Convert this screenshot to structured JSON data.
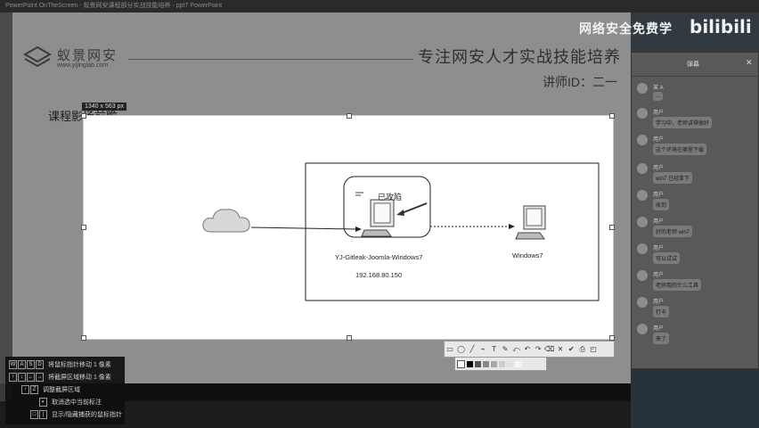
{
  "window": {
    "title": "PowerPoint OnTheScreen - 蚁景网安课程部分实战技能培养 - ppt7 PowerPoint"
  },
  "slide": {
    "logo_text": "蚁景网安",
    "logo_url": "www.yijinglab.com",
    "slogan": "专注网安人才实战技能培养",
    "lecturer": "讲师ID：二一",
    "course_title": "课程影场前瞻"
  },
  "capture": {
    "size_label": "1340 x 563 px",
    "diagram": {
      "tag": "已攻陷",
      "host1_name": "YJ-Gitleak-Joomla-Windows7",
      "host1_ip": "192.168.80.150",
      "host2_name": "Windows7"
    }
  },
  "toolbar": {
    "buttons": [
      "▭",
      "◯",
      "╱",
      "⌁",
      "T",
      "✎",
      "⤺",
      "↶",
      "↷",
      "⌫",
      "✕",
      "✔",
      "⎙",
      "◰"
    ]
  },
  "palette": [
    "#ffffff",
    "#000000",
    "#555555",
    "#888888",
    "#aaaaaa",
    "#cccccc",
    "#e0e0e0",
    "#f5f5f5"
  ],
  "help": [
    {
      "keys": [
        "W",
        "A",
        "S",
        "D"
      ],
      "text": "将鼠标指针移动 1 像素"
    },
    {
      "keys": [
        "↑",
        "↓",
        "←",
        "→"
      ],
      "text": "将截屏区域移动 1 像素"
    },
    {
      "keys": [
        "↑",
        "Z"
      ],
      "text": "调整截屏区域"
    },
    {
      "keys": [
        "◐"
      ],
      "text": "取消选中当前标注"
    },
    {
      "keys": [
        "□",
        "|"
      ],
      "text": "显示/隐藏捕获的鼠标指针"
    }
  ],
  "chat": {
    "title": "弹幕",
    "messages": [
      {
        "name": "某 A",
        "text": "..."
      },
      {
        "name": "用户",
        "text": "学习中，老师讲得很好"
      },
      {
        "name": "用户",
        "text": "这个环境在哪里下载"
      },
      {
        "name": "用户",
        "text": "win7 已经拿下"
      },
      {
        "name": "用户",
        "text": "收到"
      },
      {
        "name": "用户",
        "text": "好的老师 win7"
      },
      {
        "name": "用户",
        "text": "可以试试"
      },
      {
        "name": "用户",
        "text": "老师用的什么工具"
      },
      {
        "name": "用户",
        "text": "打卡"
      },
      {
        "name": "用户",
        "text": "来了"
      }
    ]
  },
  "watermark": {
    "text": "网络安全免费学",
    "brand": "bilibili"
  }
}
